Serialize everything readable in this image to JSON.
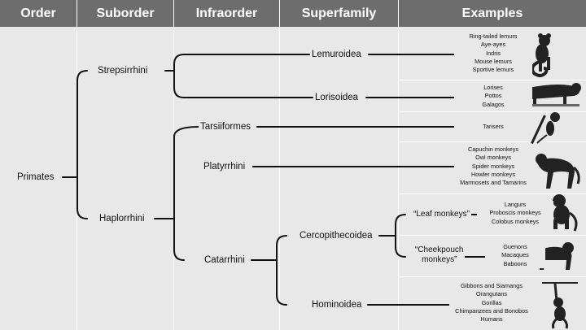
{
  "headers": [
    "Order",
    "Suborder",
    "Infraorder",
    "Superfamily",
    "Examples"
  ],
  "nodes": {
    "primates": "Primates",
    "strepsirrhini": "Strepsirrhini",
    "haplorrhini": "Haplorrhini",
    "lemuroidea": "Lemuroidea",
    "lorisoidea": "Lorisoidea",
    "tarsiiformes": "Tarsiiformes",
    "platyrrhini": "Platyrrhini",
    "catarrhini": "Catarrhini",
    "cercopithecoidea": "Cercopithecoidea",
    "hominoidea": "Hominoidea",
    "leaf_monkeys": "“Leaf monkeys”",
    "cheekpouch_line1": "“Cheekpouch",
    "cheekpouch_line2": "monkeys”"
  },
  "examples": {
    "lemuroidea": [
      "Ring-tailed lemurs",
      "Aye-ayes",
      "Indris",
      "Mouse lemurs",
      "Sportive lemurs"
    ],
    "lorisoidea": [
      "Lorises",
      "Pottos",
      "Galagos"
    ],
    "tarsiiformes": [
      "Tarisers"
    ],
    "platyrrhini": [
      "Capuchin monkeys",
      "Owl monkeys",
      "Spider monkeys",
      "Howler monkeys",
      "Marmosets and Tamarins"
    ],
    "leaf_monkeys": [
      "Langurs",
      "Proboscis monkeys",
      "Colobus monkeys"
    ],
    "cheekpouch_monkeys": [
      "Guenons",
      "Macaques",
      "Baboons"
    ],
    "hominoidea": [
      "Gibbons and Siamangs",
      "Orangutans",
      "Gorillas",
      "Chimpanzees and Bonobos",
      "Humans"
    ]
  },
  "icons": {
    "lemuroidea": "ring-tailed-lemur-silhouette",
    "lorisoidea": "loris-silhouette",
    "tarsiiformes": "tarsier-silhouette",
    "platyrrhini": "spider-monkey-silhouette",
    "leaf_monkeys": "langur-silhouette",
    "cheekpouch_monkeys": "baboon-silhouette",
    "hominoidea": "gibbon-silhouette"
  },
  "colors": {
    "header_bg": "#6d6d6d",
    "body_bg": "#e8e8e8",
    "line": "#111111",
    "silhouette": "#222222"
  }
}
